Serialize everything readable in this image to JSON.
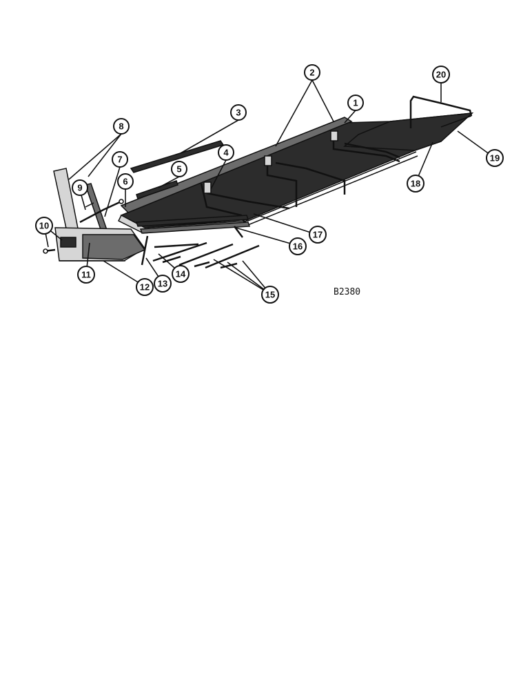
{
  "figure_code": "B2380",
  "callouts": [
    {
      "id": "c1",
      "label": "1"
    },
    {
      "id": "c2",
      "label": "2"
    },
    {
      "id": "c3",
      "label": "3"
    },
    {
      "id": "c4",
      "label": "4"
    },
    {
      "id": "c5",
      "label": "5"
    },
    {
      "id": "c6",
      "label": "6"
    },
    {
      "id": "c7",
      "label": "7"
    },
    {
      "id": "c8",
      "label": "8"
    },
    {
      "id": "c9",
      "label": "9"
    },
    {
      "id": "c10",
      "label": "10"
    },
    {
      "id": "c11",
      "label": "11"
    },
    {
      "id": "c12",
      "label": "12"
    },
    {
      "id": "c13",
      "label": "13"
    },
    {
      "id": "c14",
      "label": "14"
    },
    {
      "id": "c15",
      "label": "15"
    },
    {
      "id": "c16",
      "label": "16"
    },
    {
      "id": "c17",
      "label": "17"
    },
    {
      "id": "c18",
      "label": "18"
    },
    {
      "id": "c19",
      "label": "19"
    },
    {
      "id": "c20",
      "label": "20"
    }
  ]
}
